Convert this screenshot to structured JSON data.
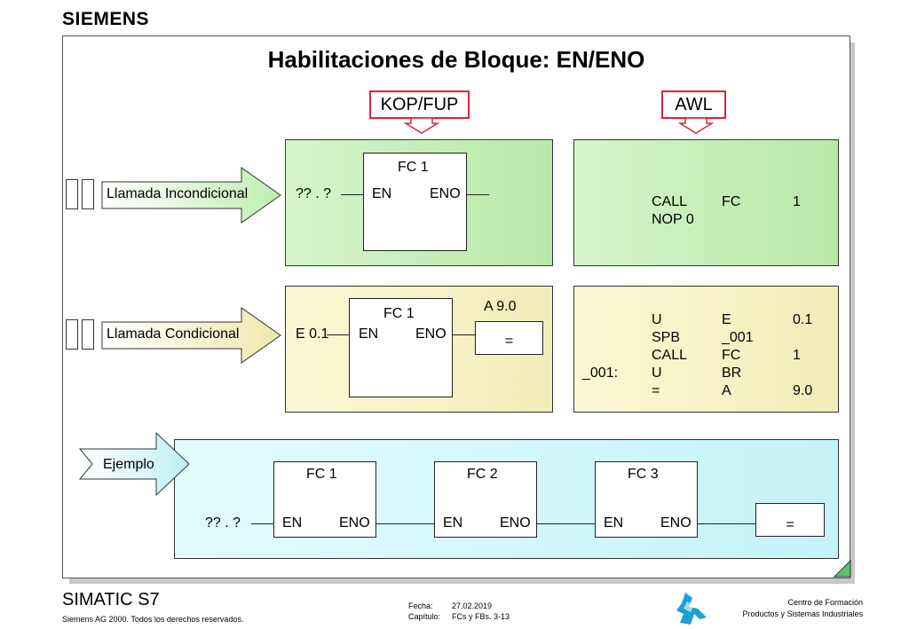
{
  "brand": {
    "logo": "SIEMENS"
  },
  "title": "Habilitaciones de Bloque: EN/ENO",
  "tags": {
    "kop": "KOP/FUP",
    "awl": "AWL"
  },
  "row1": {
    "arrow_label": "Llamada Incondicional",
    "input": "?? . ?",
    "fc": "FC 1",
    "en": "EN",
    "eno": "ENO",
    "awl": [
      [
        "CALL",
        "FC",
        "1"
      ],
      [
        "NOP  0",
        "",
        ""
      ]
    ]
  },
  "row2": {
    "arrow_label": "Llamada Condicional",
    "input": "E 0.1",
    "fc": "FC 1",
    "en": "EN",
    "eno": "ENO",
    "output_addr": "A 9.0",
    "assign": "=",
    "awl_label": "_001:",
    "awl": [
      [
        "U",
        "E",
        "0.1"
      ],
      [
        "SPB",
        "_001",
        ""
      ],
      [
        "CALL",
        "FC",
        "1"
      ],
      [
        "U",
        "BR",
        ""
      ],
      [
        "=",
        "A",
        "9.0"
      ]
    ]
  },
  "row3": {
    "arrow_label": "Ejemplo",
    "input": "?? . ?",
    "blocks": [
      {
        "fc": "FC 1",
        "en": "EN",
        "eno": "ENO"
      },
      {
        "fc": "FC 2",
        "en": "EN",
        "eno": "ENO"
      },
      {
        "fc": "FC 3",
        "en": "EN",
        "eno": "ENO"
      }
    ],
    "assign": "="
  },
  "footer": {
    "product": "SIMATIC S7",
    "copyright": "Siemens AG 2000. Todos los derechos reservados.",
    "fecha_label": "Fecha:",
    "fecha": "27.02.2019",
    "capitulo_label": "Capítulo:",
    "capitulo": "FCs y FBs. 3-13",
    "center_line1": "Centro de Formación",
    "center_line2": "Productos y Sistemas Industriales"
  },
  "colors": {
    "tag_border": "#d4283a",
    "green": "#c4edb4",
    "yellow": "#f6f2c4",
    "cyan": "#d0f6f9"
  }
}
